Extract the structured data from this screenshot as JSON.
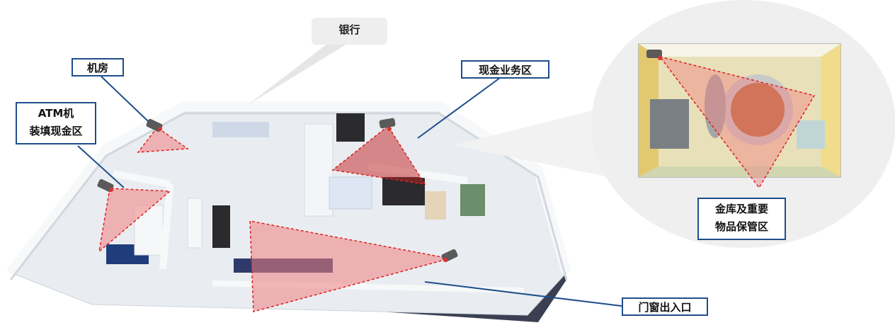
{
  "labels": {
    "bank": "银行",
    "server_room": "机房",
    "atm_line1": "ATM机",
    "atm_line2": "装填现金区",
    "cash_area": "现金业务区",
    "vault_line1": "金库及重要",
    "vault_line2": "物品保管区",
    "entrance": "门窗出入口"
  },
  "colors": {
    "label_border": "#1f4e8c",
    "fov_fill": "#f08080",
    "fov_stroke": "#e02020",
    "floor": "#e9edf1",
    "wall": "#f7f8fa"
  },
  "icons": [
    "camera-icon"
  ]
}
